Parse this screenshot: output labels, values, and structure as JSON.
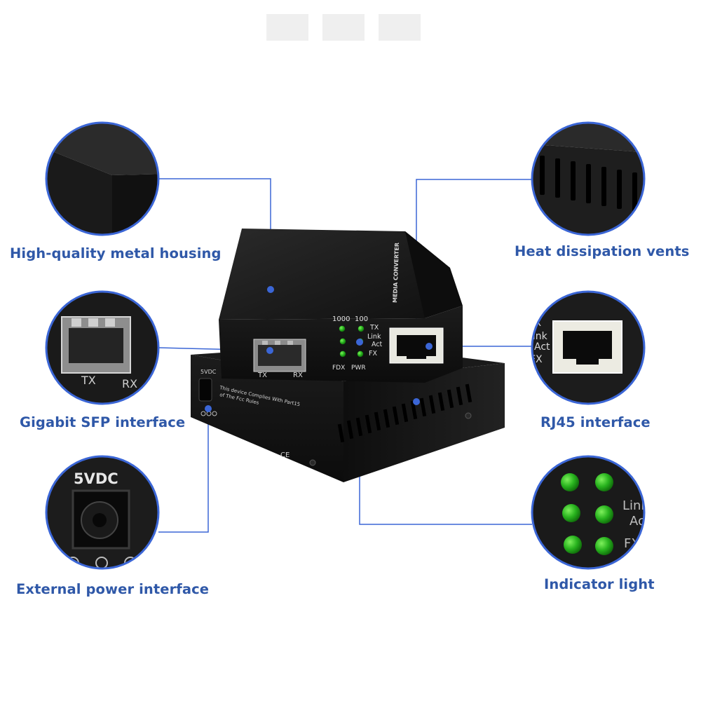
{
  "callouts": {
    "housing": "High-quality metal housing",
    "sfp": "Gigabit SFP interface",
    "power": "External power interface",
    "vents": "Heat dissipation vents",
    "rj45": "RJ45 interface",
    "indicator": "Indicator light"
  },
  "device": {
    "top_label": "MEDIA CONVERTER",
    "speed_1000": "1000",
    "speed_100": "100",
    "led_tx": "TX",
    "led_link": "Link",
    "led_act": "Act",
    "led_fx": "FX",
    "led_fdx": "FDX",
    "led_pwr": "PWR",
    "sfp_tx": "TX",
    "sfp_rx": "RX",
    "power_port_label": "5VDC",
    "compliance_line1": "This device Complies With Part15",
    "compliance_line2": "of The Fcc Rules",
    "ce_mark": "CE"
  },
  "zoom": {
    "power_label": "5VDC",
    "sfp_tx": "TX",
    "sfp_rx": "RX",
    "rj45_tx": "TX",
    "rj45_link": "Link",
    "rj45_act": "Act",
    "rj45_fx": "FX"
  },
  "colors": {
    "accent_blue": "#3b66d6",
    "label_blue": "#2f58a8",
    "led_green": "#28b31e",
    "housing_black": "#151515"
  }
}
